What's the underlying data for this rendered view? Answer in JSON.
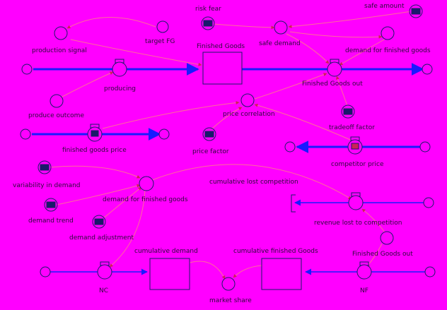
{
  "colors": {
    "background": "#ff00ff",
    "flow": "#1a1aff",
    "link": "#ff6a9a",
    "outline": "#1a1a6a",
    "marker": "#cc2255"
  },
  "labels": {
    "risk_fear": "risk fear",
    "safe_amount": "safe amount",
    "safe_demand": "safe demand",
    "target_fg": "target FG",
    "production_signal": "production signal",
    "finished_goods": "Finished Goods",
    "demand_for_finished_goods_top": "demand for finished goods",
    "producing": "producing",
    "finished_goods_out": "Finished Goods out",
    "produce_outcome": "produce outcome",
    "price_correlation": "price correlation",
    "finished_goods_price": "finished goods price",
    "price_factor": "price factor",
    "tradeoff_factor": "tradeoff factor",
    "competitor_price": "competitor price",
    "variability_in_demand": "variability in demand",
    "demand_for_finished_goods": "demand for finished goods",
    "cumulative_lost_competition": "cumulative lost competition",
    "demand_trend": "demand trend",
    "demand_adjustment": "demand adjustment",
    "revenue_lost_competition": "revenue lost to competition",
    "finished_goods_out_2": "Finished Goods out",
    "cumulative_demand": "cumulative demand",
    "cumulative_finished_goods": "cumulative finished Goods",
    "nc": "NC",
    "nf": "NF",
    "market_share": "market share"
  }
}
